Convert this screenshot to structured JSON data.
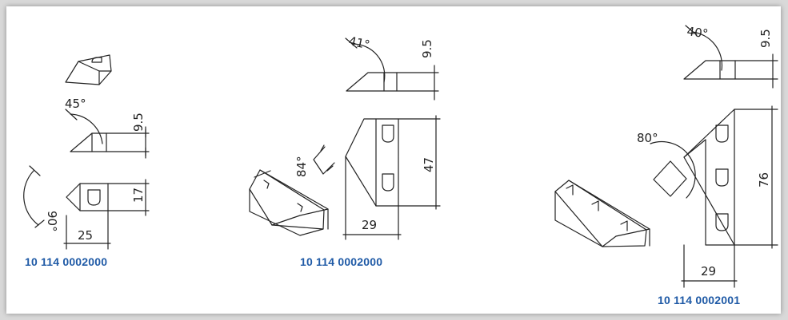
{
  "products": [
    {
      "code": "10 114 0002000",
      "top_angle": "45°",
      "top_height": "9.5",
      "tip_angle": "90°",
      "height": "17",
      "width": "25"
    },
    {
      "code": "10 114 0002000",
      "top_angle": "41°",
      "top_height": "9.5",
      "tip_angle": "84°",
      "height": "47",
      "width": "29"
    },
    {
      "code": "10 114 0002001",
      "top_angle": "40°",
      "top_height": "9.5",
      "tip_angle": "80°",
      "height": "76",
      "width": "29"
    }
  ],
  "colors": {
    "code_text": "#1f5aa6",
    "line": "#222222",
    "background": "#ffffff"
  }
}
